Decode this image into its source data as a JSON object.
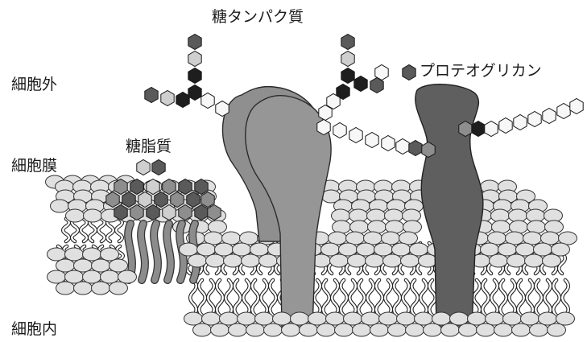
{
  "labels": {
    "extracellular": "細胞外",
    "membrane": "細胞膜",
    "intracellular": "細胞内",
    "glycoprotein": "糖タンパク質",
    "glycolipid": "糖脂質",
    "proteoglycan": "プロテオグリカン"
  },
  "colors": {
    "background": "#ffffff",
    "lipid_head": "#e0e0e0",
    "lipid_head_stroke": "#333333",
    "lipid_tail": "#ffffff",
    "glycoprotein_body": "#8f8f8f",
    "glycoprotein_front": "#969696",
    "proteoglycan_body": "#5f5f5f",
    "glycolipid_tail": "#8c8c8c",
    "sugar_white": "#f7f7f7",
    "sugar_light": "#cfcfcf",
    "sugar_mid": "#8e8e8e",
    "sugar_dark": "#5a5a5a",
    "sugar_black": "#1e1e1e"
  },
  "icons": {
    "lipid_head": "circle",
    "sugar": "hexagon",
    "lipid_tail": "wavy-line"
  }
}
